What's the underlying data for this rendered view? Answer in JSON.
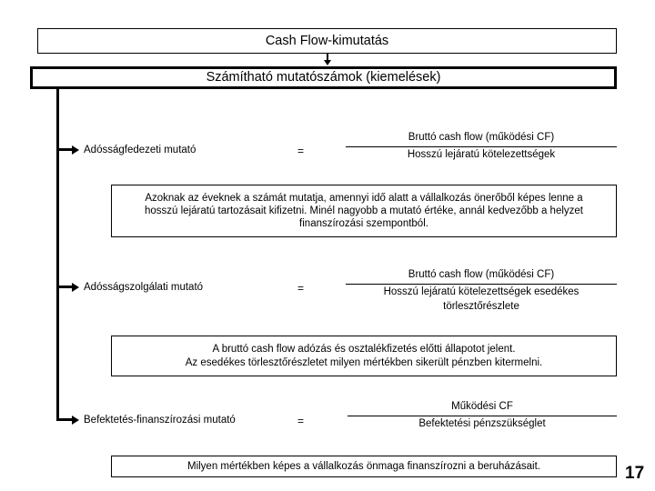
{
  "slide": {
    "page_number": "17",
    "header_top": "Cash Flow-kimutatás",
    "header_sub": "Számítható mutatószámok (kiemelések)",
    "bottom_note": "Milyen mértékben képes a vállalkozás önmaga finanszírozni a beruházásait."
  },
  "indicators": [
    {
      "label": "Adósságfedezeti mutató",
      "equals": "=",
      "numerator": "Bruttó cash flow (működési CF)",
      "denominator_line1": "Hosszú lejáratú kötelezettségek",
      "denominator_line2": ""
    },
    {
      "label": "Adósságszolgálati mutató",
      "equals": "=",
      "numerator": "Bruttó cash flow (működési CF)",
      "denominator_line1": "Hosszú lejáratú kötelezettségek esedékes",
      "denominator_line2": "törlesztőrészlete"
    },
    {
      "label": "Befektetés-finanszírozási mutató",
      "equals": "=",
      "numerator": "Működési CF",
      "denominator_line1": "Befektetési pénzszükséglet",
      "denominator_line2": ""
    }
  ],
  "explanations": [
    {
      "lines": [
        "Azoknak az éveknek a számát mutatja, amennyi idő alatt a vállalkozás önerőből képes lenne a",
        "hosszú lejáratú tartozásait kifizetni. Minél nagyobb a mutató értéke, annál kedvezőbb a helyzet",
        "finanszírozási szempontból."
      ]
    },
    {
      "lines": [
        "A bruttó cash flow adózás és osztalékfizetés előtti állapotot jelent.",
        "Az esedékes törlesztőrészletet milyen mértékben sikerült pénzben kitermelni."
      ]
    }
  ],
  "colors": {
    "line": "#000000",
    "background": "#ffffff",
    "text": "#000000"
  }
}
